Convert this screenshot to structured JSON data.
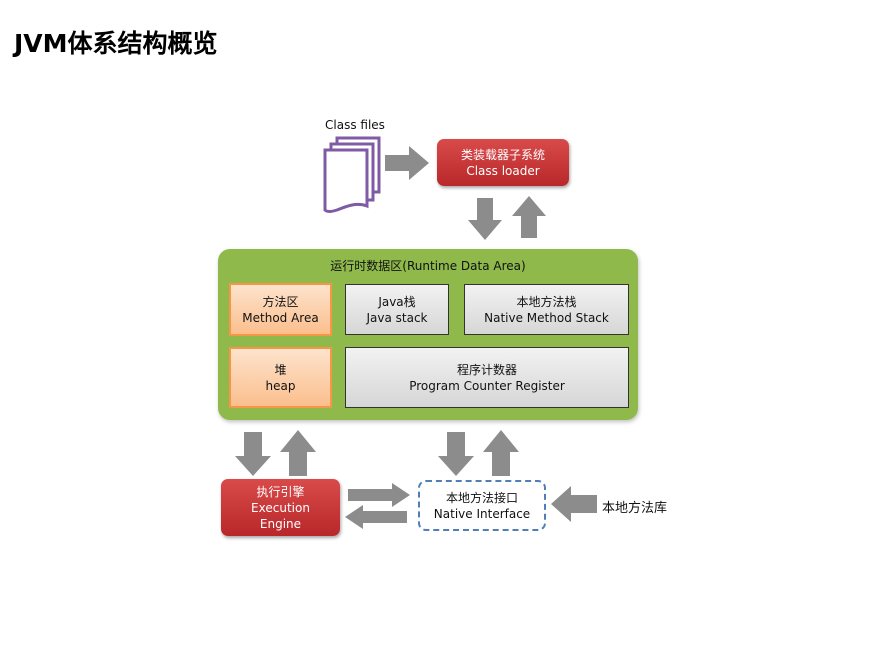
{
  "title": "JVM体系结构概览",
  "class_files": {
    "label": "Class files",
    "icon": "documents-icon",
    "icon_color": "#7f5ba6"
  },
  "class_loader": {
    "zh": "类装载器子系统",
    "en": "Class loader",
    "color": "#c0302f"
  },
  "runtime_area": {
    "title": "运行时数据区(Runtime Data Area)",
    "color": "#8fb94b",
    "method_area": {
      "zh": "方法区",
      "en": "Method Area"
    },
    "java_stack": {
      "zh": "Java栈",
      "en": "Java stack"
    },
    "native_method_stack": {
      "zh": "本地方法栈",
      "en": "Native Method Stack"
    },
    "heap": {
      "zh": "堆",
      "en": "heap"
    },
    "pc_register": {
      "zh": "程序计数器",
      "en": "Program Counter Register"
    }
  },
  "execution_engine": {
    "zh": "执行引擎",
    "line1": "Execution",
    "line2": "Engine"
  },
  "native_interface": {
    "zh": "本地方法接口",
    "en": "Native Interface",
    "border_color": "#4f7fb5"
  },
  "native_library": {
    "label": "本地方法库"
  },
  "arrow_color": "#8c8c8c"
}
